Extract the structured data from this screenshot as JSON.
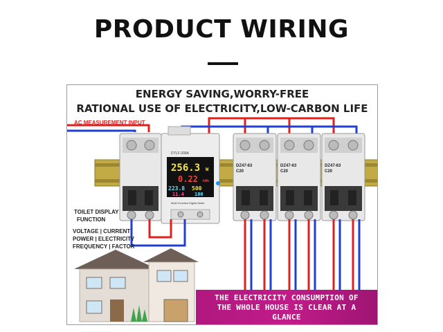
{
  "title": "PRODUCT WIRING",
  "panel": {
    "heading_line1": "ENERGY SAVING,WORRY-FREE",
    "heading_line2": "RATIONAL USE OF ELECTRICITY,LOW-CARBON LIFE",
    "ac_label": "AC MEASUREMENT INPUT",
    "toilet_label_line1": "TOILET DISPLAY",
    "toilet_label_line2": "FUNCTION",
    "features_line1": "VOLTAGE | CURRENT",
    "features_line2": "POWER | ELECTRICITY",
    "features_line3": "FREQUENCY | FACTOR",
    "banner_line1": "THE ELECTRICITY CONSUMPTION OF",
    "banner_line2": "THE WHOLE HOUSE IS CLEAR AT A",
    "banner_line3": "GLANCE"
  },
  "meter": {
    "model": "DTLF-200A",
    "power": "256.3",
    "power_unit": "W",
    "energy": "0.22",
    "energy_unit": "kWh",
    "voltage": "223.8",
    "current": "500",
    "frequency": "11.4",
    "factor": "100",
    "caption": "Multi-Function Digital Meter"
  },
  "breaker": {
    "model": "DZ47-63",
    "rating": "C20"
  },
  "colors": {
    "live": "#e0201f",
    "neutral": "#1e3fd0",
    "banner": "#b0187f",
    "rail": "#b5a03a"
  }
}
